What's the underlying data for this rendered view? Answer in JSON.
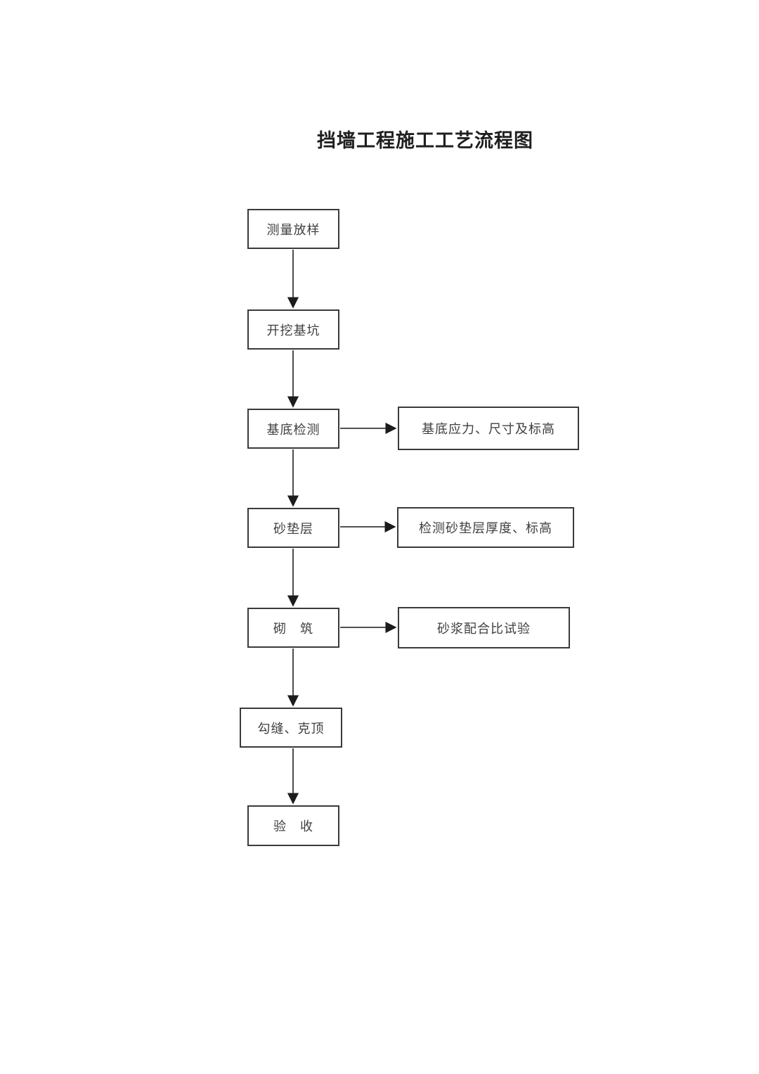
{
  "page": {
    "title": "挡墙工程施工工艺流程图",
    "background_color": "#ffffff",
    "line_color": "#3a3a3a",
    "text_color": "#3f3f3f"
  },
  "flowchart": {
    "steps": [
      {
        "label": "测量放样"
      },
      {
        "label": "开挖基坑"
      },
      {
        "label": "基底检测",
        "side_note": "基底应力、尺寸及标高"
      },
      {
        "label": "砂垫层",
        "side_note": "检测砂垫层厚度、标高"
      },
      {
        "label": "砌　筑",
        "side_note": "砂浆配合比试验"
      },
      {
        "label": "勾缝、克顶"
      },
      {
        "label": "验　收"
      }
    ]
  }
}
